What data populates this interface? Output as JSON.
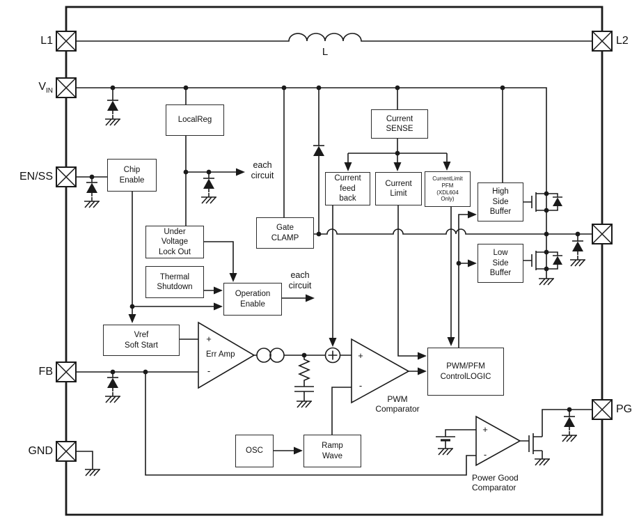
{
  "diagram_title": "DC/DC converter internal block diagram",
  "colors": {
    "line": "#1a1a1a",
    "background": "#ffffff"
  },
  "pins": {
    "l1": "L1",
    "vin_main": "V",
    "vin_sub": "IN",
    "enss": "EN/SS",
    "fb": "FB",
    "gnd": "GND",
    "l2": "L2",
    "pg": "PG"
  },
  "blocks": {
    "local_reg": "LocalReg",
    "chip_enable": "Chip\nEnable",
    "uvlo": "Under\nVoltage\nLock Out",
    "thermal_shutdown": "Thermal\nShutdown",
    "operation_enable": "Operation\nEnable",
    "gate_clamp": "Gate\nCLAMP",
    "vref_soft_start": "Vref\nSoft Start",
    "current_sense": "Current\nSENSE",
    "current_feedback": "Current\nfeed\nback",
    "current_limit": "Current\nLimit",
    "current_limit_pfm": "CurrentLimit\nPFM\n(XDL604\nOnly)",
    "high_side_buffer": "High\nSide\nBuffer",
    "low_side_buffer": "Low\nSide\nBuffer",
    "control_logic": "PWM/PFM\nControlLOGIC",
    "osc": "OSC",
    "ramp_wave": "Ramp\nWave"
  },
  "labels": {
    "inductor": "L",
    "each_circuit_top": "each\ncircuit",
    "each_circuit_mid": "each\ncircuit",
    "err_amp": "Err Amp",
    "pwm_comparator": "PWM\nComparator",
    "power_good_comparator": "Power Good\nComparator"
  },
  "symbols": {
    "plus": "+",
    "minus": "-"
  }
}
